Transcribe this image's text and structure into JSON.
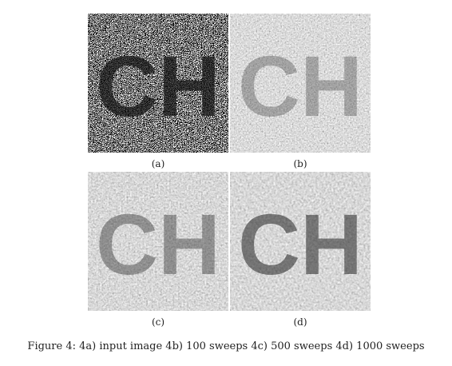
{
  "figure": {
    "panels": [
      {
        "id": "a",
        "label": "(a)",
        "image_text": "CH",
        "noise": "strong-salt-pepper"
      },
      {
        "id": "b",
        "label": "(b)",
        "image_text": "CH",
        "noise": "heavy-gray"
      },
      {
        "id": "c",
        "label": "(c)",
        "image_text": "CH",
        "noise": "moderate-gray"
      },
      {
        "id": "d",
        "label": "(d)",
        "image_text": "CH",
        "noise": "light-gray"
      }
    ],
    "caption": "Figure 4: 4a) input image 4b) 100 sweeps 4c) 500 sweeps 4d) 1000 sweeps"
  }
}
